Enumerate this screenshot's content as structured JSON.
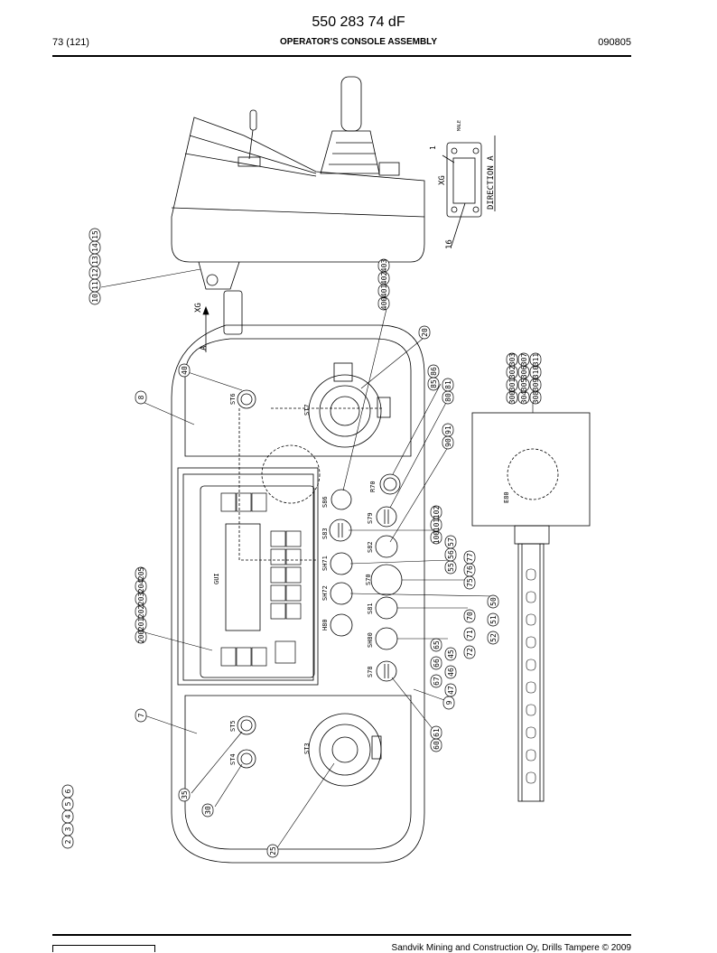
{
  "header": {
    "doc_number": "550 283 74 dF",
    "page": "73 (121)",
    "section_title": "OPERATOR'S CONSOLE ASSEMBLY",
    "date_code": "090805"
  },
  "footer": {
    "copyright": "Sandvik Mining and Construction Oy, Drills Tampere © 2009"
  },
  "drawing": {
    "connector_labels": {
      "xg": "XG",
      "male": "MALE",
      "direction": "DIRECTION A",
      "pin1": "1",
      "pin16": "16",
      "view_a": "A",
      "xg_arrow": "XG"
    },
    "component_labels": [
      "ST6",
      "ST7",
      "R70",
      "S86",
      "S83",
      "S79",
      "S82",
      "SH71",
      "S70",
      "SH72",
      "S81",
      "H80",
      "SH80",
      "S78",
      "ST5",
      "ST4",
      "ST3",
      "E80",
      "GUI"
    ],
    "callouts": [
      {
        "id": "c-10-15",
        "items": [
          "10",
          "11",
          "12",
          "13",
          "14",
          "15"
        ]
      },
      {
        "id": "c-400",
        "items": [
          "400",
          "401",
          "402",
          "403"
        ]
      },
      {
        "id": "c-300",
        "items": [
          "300",
          "301",
          "302",
          "303"
        ]
      },
      {
        "id": "c-304",
        "items": [
          "304",
          "305",
          "306",
          "307"
        ]
      },
      {
        "id": "c-308",
        "items": [
          "308",
          "309",
          "310",
          "311"
        ]
      },
      {
        "id": "c-20",
        "items": [
          "20"
        ]
      },
      {
        "id": "c-40",
        "items": [
          "40"
        ]
      },
      {
        "id": "c-8",
        "items": [
          "8"
        ]
      },
      {
        "id": "c-85",
        "items": [
          "85",
          "86"
        ]
      },
      {
        "id": "c-80",
        "items": [
          "80",
          "81"
        ]
      },
      {
        "id": "c-90",
        "items": [
          "90",
          "91"
        ]
      },
      {
        "id": "c-100",
        "items": [
          "100",
          "101",
          "102"
        ]
      },
      {
        "id": "c-55",
        "items": [
          "55",
          "56",
          "57"
        ]
      },
      {
        "id": "c-75",
        "items": [
          "75",
          "76",
          "77"
        ]
      },
      {
        "id": "c-200",
        "items": [
          "200",
          "201",
          "202",
          "203",
          "204",
          "205"
        ]
      },
      {
        "id": "c-50",
        "items": [
          "50"
        ]
      },
      {
        "id": "c-51",
        "items": [
          "51"
        ]
      },
      {
        "id": "c-52",
        "items": [
          "52"
        ]
      },
      {
        "id": "c-70",
        "items": [
          "70"
        ]
      },
      {
        "id": "c-71",
        "items": [
          "71"
        ]
      },
      {
        "id": "c-72",
        "items": [
          "72"
        ]
      },
      {
        "id": "c-45",
        "items": [
          "45"
        ]
      },
      {
        "id": "c-46",
        "items": [
          "46"
        ]
      },
      {
        "id": "c-47",
        "items": [
          "47"
        ]
      },
      {
        "id": "c-65",
        "items": [
          "65"
        ]
      },
      {
        "id": "c-66",
        "items": [
          "66"
        ]
      },
      {
        "id": "c-67",
        "items": [
          "67"
        ]
      },
      {
        "id": "c-7",
        "items": [
          "7"
        ]
      },
      {
        "id": "c-9",
        "items": [
          "9"
        ]
      },
      {
        "id": "c-60",
        "items": [
          "60",
          "61"
        ]
      },
      {
        "id": "c-35",
        "items": [
          "35"
        ]
      },
      {
        "id": "c-30",
        "items": [
          "30"
        ]
      },
      {
        "id": "c-25",
        "items": [
          "25"
        ]
      },
      {
        "id": "c-2-6",
        "items": [
          "2",
          "3",
          "4",
          "5",
          "6"
        ]
      }
    ]
  }
}
